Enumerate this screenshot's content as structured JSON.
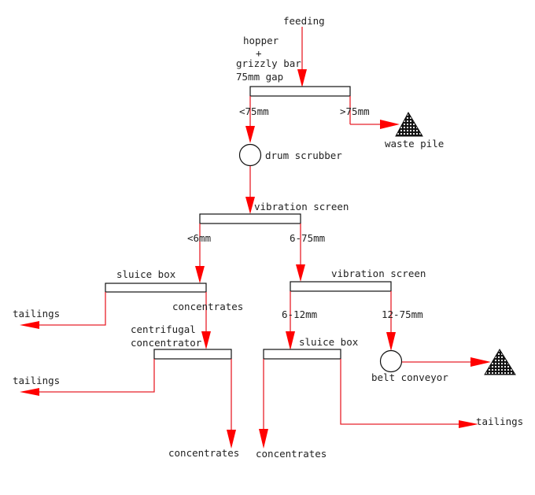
{
  "diagram": {
    "title": "Gold washing plant process flow",
    "colors": {
      "flow": "#e8202a",
      "arrow": "#ff0000",
      "outline": "#111111",
      "text": "#222222"
    },
    "labels": {
      "feeding": "feeding",
      "hopper": "hopper",
      "plus": "+",
      "grizzly": "grizzly bar",
      "gap": "75mm gap",
      "under75": "<75mm",
      "over75": ">75mm",
      "waste_pile": "waste pile",
      "drum_scrubber": "drum scrubber",
      "vibration_screen_1": "vibration screen",
      "under6": "<6mm",
      "size_6_75": "6-75mm",
      "sluice_box_1": "sluice box",
      "tailings_1": "tailings",
      "concentrates_1": "concentrates",
      "centrifugal": "centrifugal",
      "concentrator": "concentrator",
      "tailings_2": "tailings",
      "concentrates_2": "concentrates",
      "vibration_screen_2": "vibration screen",
      "size_6_12": "6-12mm",
      "size_12_75": "12-75mm",
      "sluice_box_2": "sluice box",
      "concentrates_3": "concentrates",
      "tailings_3": "tailings",
      "belt_conveyor": "belt conveyor"
    },
    "nodes": [
      {
        "id": "hopper-grizzly",
        "type": "equipment"
      },
      {
        "id": "waste-pile-1",
        "type": "pile"
      },
      {
        "id": "drum-scrubber",
        "type": "equipment"
      },
      {
        "id": "vibration-screen-1",
        "type": "equipment"
      },
      {
        "id": "sluice-box-1",
        "type": "equipment"
      },
      {
        "id": "centrifugal-concentrator",
        "type": "equipment"
      },
      {
        "id": "vibration-screen-2",
        "type": "equipment"
      },
      {
        "id": "sluice-box-2",
        "type": "equipment"
      },
      {
        "id": "belt-conveyor",
        "type": "equipment"
      },
      {
        "id": "waste-pile-2",
        "type": "pile"
      }
    ],
    "edges": [
      {
        "from": "feeding",
        "to": "hopper-grizzly"
      },
      {
        "from": "hopper-grizzly",
        "to": "drum-scrubber",
        "label": "<75mm"
      },
      {
        "from": "hopper-grizzly",
        "to": "waste-pile-1",
        "label": ">75mm"
      },
      {
        "from": "drum-scrubber",
        "to": "vibration-screen-1"
      },
      {
        "from": "vibration-screen-1",
        "to": "sluice-box-1",
        "label": "<6mm"
      },
      {
        "from": "vibration-screen-1",
        "to": "vibration-screen-2",
        "label": "6-75mm"
      },
      {
        "from": "sluice-box-1",
        "to": "tailings"
      },
      {
        "from": "sluice-box-1",
        "to": "centrifugal-concentrator",
        "label": "concentrates"
      },
      {
        "from": "centrifugal-concentrator",
        "to": "tailings"
      },
      {
        "from": "centrifugal-concentrator",
        "to": "concentrates"
      },
      {
        "from": "vibration-screen-2",
        "to": "sluice-box-2",
        "label": "6-12mm"
      },
      {
        "from": "vibration-screen-2",
        "to": "belt-conveyor",
        "label": "12-75mm"
      },
      {
        "from": "sluice-box-2",
        "to": "concentrates"
      },
      {
        "from": "sluice-box-2",
        "to": "tailings"
      },
      {
        "from": "belt-conveyor",
        "to": "waste-pile-2"
      }
    ]
  }
}
